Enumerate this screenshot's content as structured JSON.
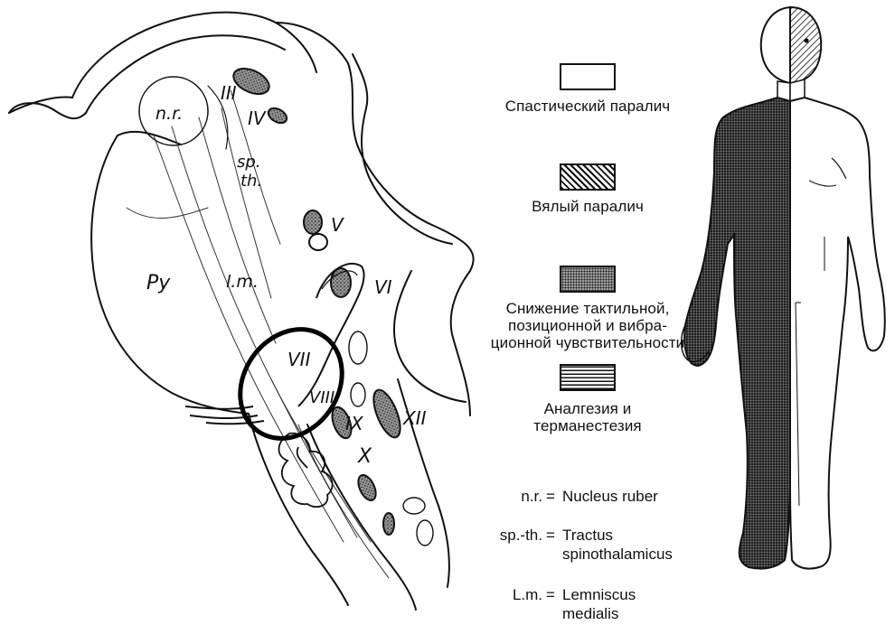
{
  "brainstem_labels": {
    "nucleus_ruber": "n.r.",
    "nerve_3": "III",
    "nerve_4": "IV",
    "spinothalamic": "sp.\nth.",
    "pyramid": "Py",
    "lemniscus": "l.m.",
    "nerve_5": "V",
    "nerve_6": "VI",
    "nerve_7": "VII",
    "nerve_8": "VIII",
    "nerve_9": "IX",
    "nerve_10": "X",
    "nerve_12": "XII"
  },
  "legend": [
    {
      "pattern": "blank",
      "text": "Спастический паралич"
    },
    {
      "pattern": "hatched",
      "text": "Вялый паралич"
    },
    {
      "pattern": "stippled",
      "text": "Снижение тактильной,\nпозиционной и вибра-\nционной чувствительности"
    },
    {
      "pattern": "lined",
      "text": "Аналгезия и\nтерманестезия"
    }
  ],
  "abbreviations": [
    {
      "abbr": "n.r.",
      "eq": "=",
      "full": "Nucleus ruber"
    },
    {
      "abbr": "sp.-th.",
      "eq": "=",
      "full": "Tractus\nspinothalamicus"
    },
    {
      "abbr": "L.m.",
      "eq": "=",
      "full": "Lemniscus\nmedialis"
    }
  ],
  "colors": {
    "ink": "#111111",
    "paper": "#ffffff"
  }
}
